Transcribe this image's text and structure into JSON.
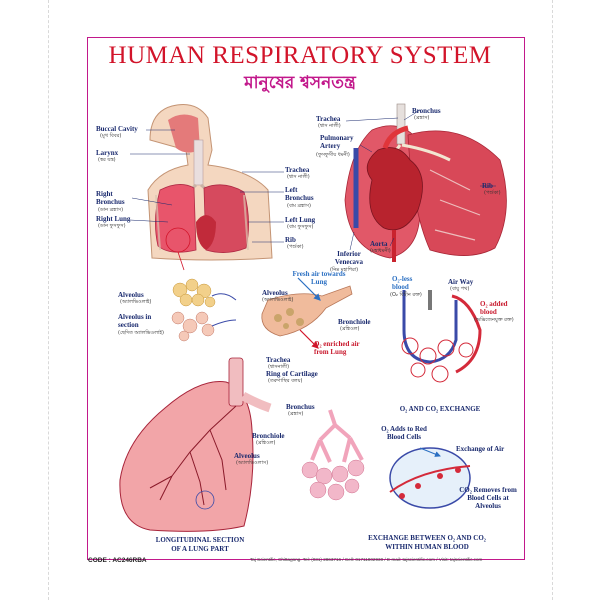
{
  "title": "HUMAN RESPIRATORY SYSTEM",
  "subtitle": "মানুষের শ্বসনতন্ত্র",
  "upper_left": {
    "buccal_cavity": {
      "en": "Buccal Cavity",
      "bn": "(মুখ বিবর)"
    },
    "larynx": {
      "en": "Larynx",
      "bn": "(স্বর যন্ত্র)"
    },
    "right_bronchus": {
      "en": "Right Bronchus",
      "bn": "(ডান ব্রঙ্কাস)"
    },
    "right_lung": {
      "en": "Right Lung",
      "bn": "(ডান ফুসফুস)"
    },
    "trachea": {
      "en": "Trachea",
      "bn": "(শ্বাস নালী)"
    },
    "left_bronchus": {
      "en": "Left Bronchus",
      "bn": "(বাম ব্রঙ্কাস)"
    },
    "left_lung": {
      "en": "Left Lung",
      "bn": "(বাম ফুসফুস)"
    },
    "rib": {
      "en": "Rib",
      "bn": "(পর্শুকা)"
    }
  },
  "upper_right": {
    "trachea": {
      "en": "Trachea",
      "bn": "(শ্বাস নালী)"
    },
    "bronchus": {
      "en": "Bronchus",
      "bn": "(ব্রঙ্কাস)"
    },
    "pulmonary_artery": {
      "en": "Pulmonary Artery",
      "bn": "(ফুসফুসীয় ধমনী)"
    },
    "rib": {
      "en": "Rib",
      "bn": "(পর্শুকা)"
    },
    "inferior_venacava": {
      "en": "Inferior Venecava",
      "bn": "(নিম্ন মহাশিরা)"
    },
    "aorta": {
      "en": "Aorta",
      "bn": "(মহাধমনী)"
    }
  },
  "middle": {
    "alveolus": {
      "en": "Alveolus",
      "bn": "(অ্যালভিওলাই)"
    },
    "alveolus_in_section": {
      "en": "Alveolus in section",
      "bn": "(ছেদিত অ্যালভিওলাই)"
    },
    "alveolus2": {
      "en": "Alveolus",
      "bn": "(অ্যালভিওলাই)"
    },
    "fresh_air": "Fresh air towards Lung",
    "bronchiole": {
      "en": "Bronchiole",
      "bn": "(ব্রঙ্কিওল)"
    },
    "o2_enriched": "O₂ enriched air from Lung",
    "o2_less_blood": {
      "en": "O₂-less blood",
      "bn": "(O₂ বিহীন রক্ত)"
    },
    "air_way": {
      "en": "Air Way",
      "bn": "(বায়ু পথ)"
    },
    "o2_added_blood": {
      "en": "O₂ added blood",
      "bn": "(অক্সিজেনযুক্ত রক্ত)"
    },
    "exchange_caption": "O₂ AND CO₂ EXCHANGE"
  },
  "lower": {
    "trachea": {
      "en": "Trachea",
      "bn": "(শ্বাসনালী)"
    },
    "ring_of_cartilage": {
      "en": "Ring of Cartilage",
      "bn": "(তরুণাস্থির বলয়)"
    },
    "bronchus": {
      "en": "Bronchus",
      "bn": "(ব্রঙ্কাস)"
    },
    "bronchiole": {
      "en": "Bronchiole",
      "bn": "(ব্রঙ্কিওল)"
    },
    "alveolus": {
      "en": "Alveolus",
      "bn": "(অ্যালভিওলাস)"
    },
    "o2_adds": "O₂ Adds to Red Blood Cells",
    "exchange_of_air": "Exchange of Air",
    "co2_removes": "CO₂ Removes from Blood Cells at Alveolus",
    "caption_lung_1": "LONGITUDINAL SECTION",
    "caption_lung_2": "OF A LUNG PART",
    "caption_blood_1": "EXCHANGE BETWEEN O₂ AND CO₂",
    "caption_blood_2": "WITHIN HUMAN BLOOD"
  },
  "footer": {
    "code": "CODE : AC246RBA",
    "contact": "Taj Scientific, Chittagong. Tel: (031) 2863716 / Cell: 01711802930 / E-mail: tajscientific.com / Visit: tajscientific.com"
  },
  "colors": {
    "title": "#d2142a",
    "subtitle": "#c2188b",
    "frame": "#c2188b",
    "label": "#1a2a6e",
    "lung": "#e8556b",
    "blood_red": "#d42a3a",
    "blood_blue": "#3a4aa8"
  }
}
